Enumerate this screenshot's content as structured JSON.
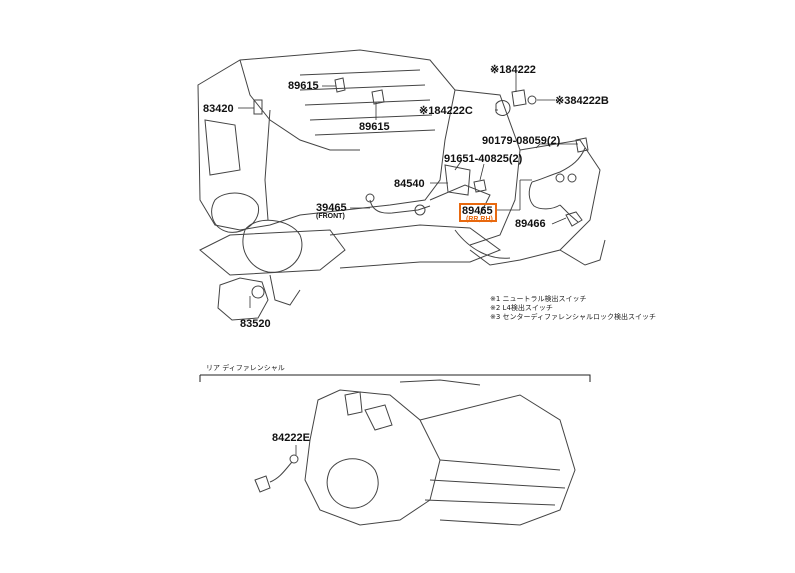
{
  "parts": {
    "p84222": "※184222",
    "p84222B": "※384222B",
    "p84222C": "※184222C",
    "p89615_a": "89615",
    "p89615_b": "89615",
    "p83420": "83420",
    "p90179": "90179-08059(2)",
    "p91651": "91651-40825(2)",
    "p84540": "84540",
    "p39465": "39465",
    "p39465_sub": "(FRONT)",
    "p89465": "89465",
    "p89465_sub": "(RR,RH)",
    "p89466": "89466",
    "p83520": "83520",
    "p84222E": "84222E"
  },
  "notes": {
    "n1": "※1 ニュートラル検出スイッチ",
    "n2": "※2 L4検出スイッチ",
    "n3": "※3 センターディファレンシャルロック検出スイッチ"
  },
  "section": {
    "title": "リア ディファレンシャル"
  },
  "colors": {
    "line": "#333333",
    "highlight": "#e8690f"
  }
}
